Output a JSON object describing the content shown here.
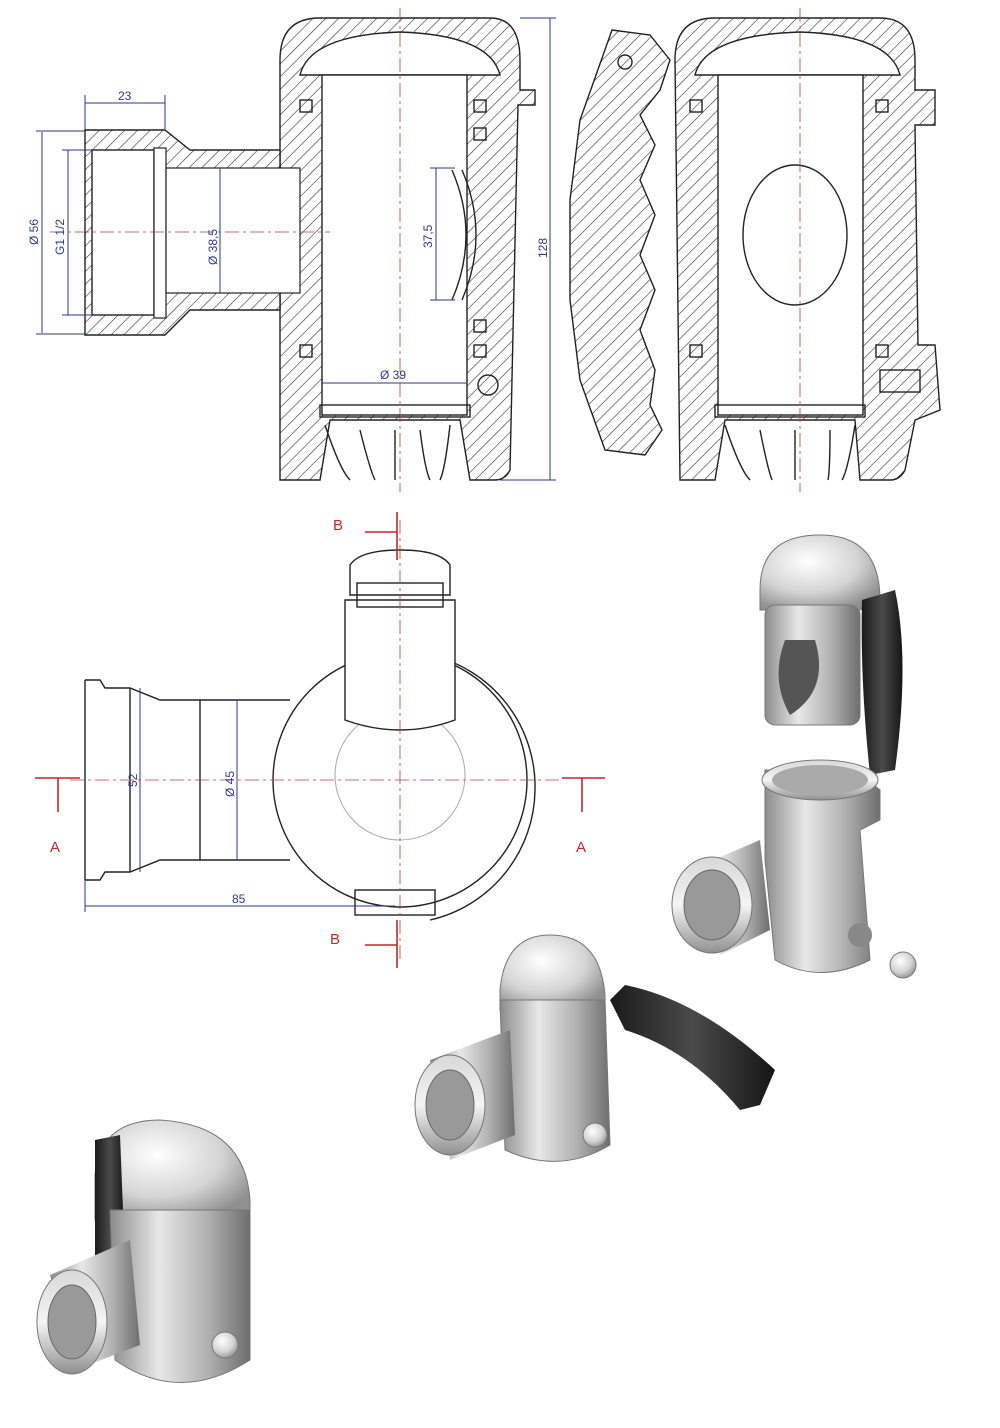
{
  "dimensions": {
    "inlet_length": "23",
    "outer_diameter": "Ø 56",
    "thread": "G1 1/2",
    "bore_diameter": "Ø 38,5",
    "window_height": "37,5",
    "overall_height": "128",
    "inner_diameter": "Ø 39",
    "flange_height": "52",
    "pipe_diameter": "Ø 45",
    "overall_length": "85"
  },
  "section_labels": {
    "a_left": "A",
    "a_right": "A",
    "b_top": "B",
    "b_bottom": "B"
  },
  "colors": {
    "dimension": "#2a3a8a",
    "section_marker": "#c0282a",
    "handle": "#2b2b2b",
    "body": "#b8b8b8"
  }
}
